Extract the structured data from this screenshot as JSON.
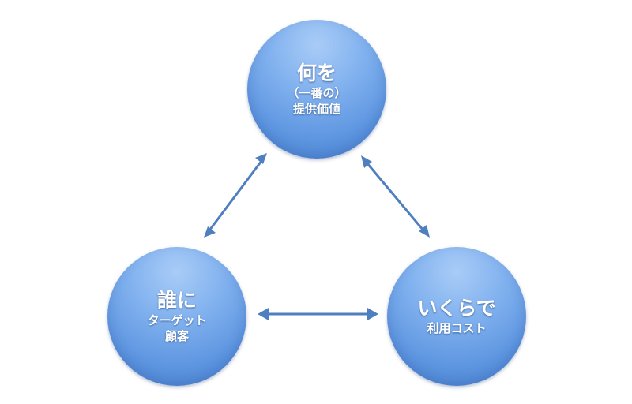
{
  "nodes": {
    "top": {
      "title": "何を",
      "line2": "（一番の）",
      "line3": "提供価値"
    },
    "left": {
      "title": "誰に",
      "line2": "ターゲット",
      "line3": "顧客"
    },
    "right": {
      "title": "いくらで",
      "line2": "利用コスト"
    }
  },
  "colors": {
    "circle": "#6d9fe6",
    "arrow": "#4f7fbf",
    "text": "#ffffff"
  }
}
